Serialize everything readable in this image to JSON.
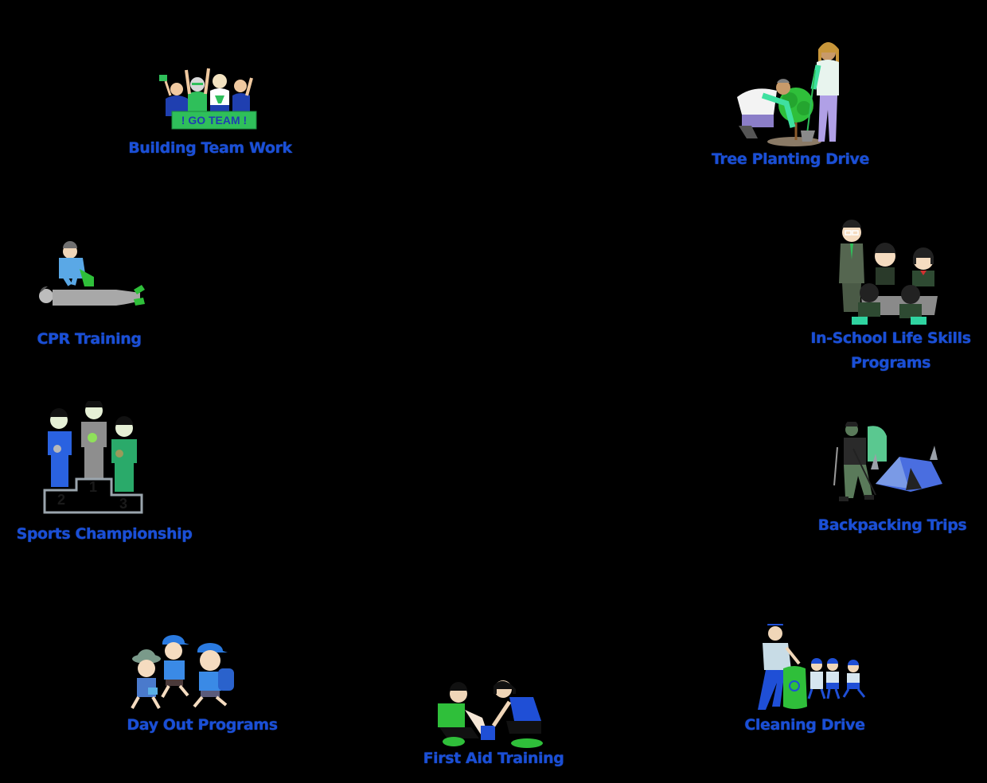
{
  "diagram": {
    "type": "radial-activity-collage",
    "background": "#000000",
    "label_color": "#1a4fd6",
    "center_content": "",
    "activities": [
      {
        "id": "building-team-work",
        "label": "Building Team Work",
        "illustration": "cheering-group-go-team-banner",
        "banner_text": "! GO TEAM !"
      },
      {
        "id": "tree-planting-drive",
        "label": "Tree Planting Drive",
        "illustration": "two-people-planting-tree"
      },
      {
        "id": "in-school-life-skills",
        "label": "In-School Life Skills Programs",
        "illustration": "teacher-with-students-at-desks"
      },
      {
        "id": "cpr-training",
        "label": "CPR Training",
        "illustration": "person-performing-cpr"
      },
      {
        "id": "sports-championship",
        "label": "Sports Championship",
        "illustration": "winners-on-podium",
        "podium_numbers": [
          "2",
          "1",
          "3"
        ]
      },
      {
        "id": "backpacking-trips",
        "label": "Backpacking Trips",
        "illustration": "hiker-with-tent"
      },
      {
        "id": "day-out-programs",
        "label": "Day Out Programs",
        "illustration": "children-walking-outing"
      },
      {
        "id": "first-aid-training",
        "label": "First Aid Training",
        "illustration": "bandaging-leg"
      },
      {
        "id": "cleaning-drive",
        "label": "Cleaning Drive",
        "illustration": "adult-and-kids-collecting-trash"
      }
    ]
  },
  "colors": {
    "blue": "#1a4fd6",
    "green": "#2fbf5a",
    "mint": "#3fe0a0",
    "gray": "#9a9a9a",
    "skin": "#e9c89a"
  }
}
